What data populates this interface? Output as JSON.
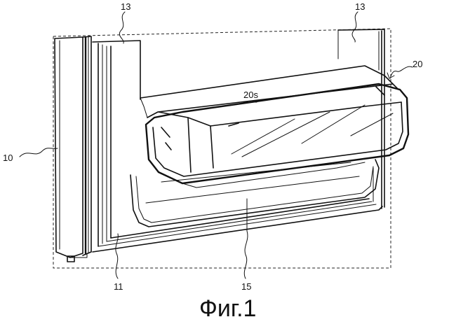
{
  "caption": "Фиг.1",
  "labels": {
    "ref_10": "10",
    "ref_11": "11",
    "ref_13_left": "13",
    "ref_13_right": "13",
    "ref_15": "15",
    "ref_20": "20",
    "ref_20s": "20s"
  }
}
